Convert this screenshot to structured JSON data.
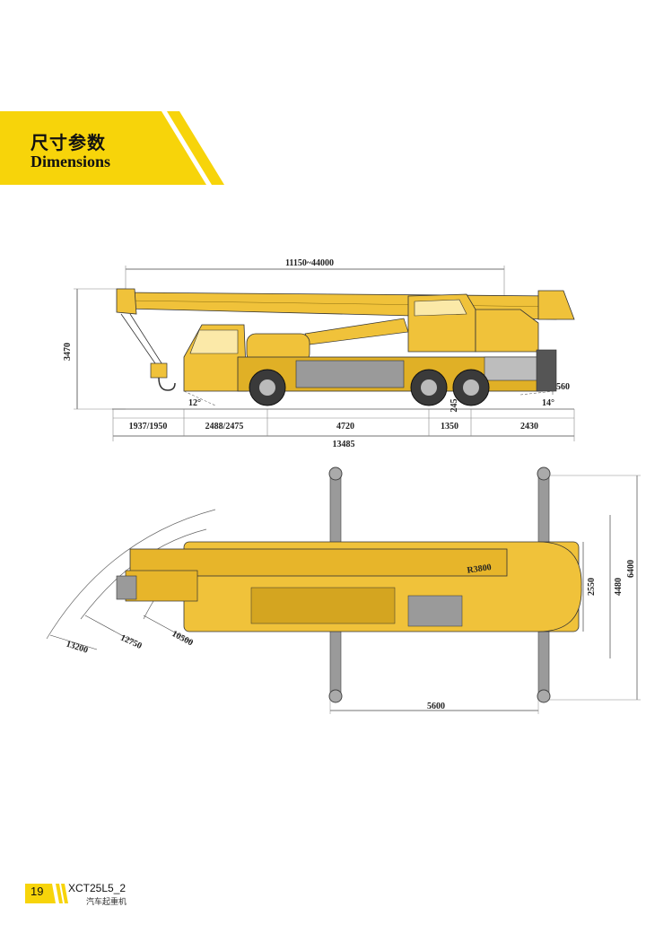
{
  "header": {
    "title_zh": "尺寸参数",
    "title_en": "Dimensions"
  },
  "side_view": {
    "boom_length": "11150~44000",
    "height": "3470",
    "approach_angle": "12°",
    "departure_angle": "14°",
    "rear_overhang_height": "560",
    "ground_clearance": "245",
    "seg1": "1937/1950",
    "seg2": "2488/2475",
    "seg3": "4720",
    "seg4": "1350",
    "seg5": "2430",
    "total_length": "13485"
  },
  "top_view": {
    "radius1": "13200",
    "radius2": "12750",
    "radius3": "10500",
    "tail_radius": "R3800",
    "width1": "2550",
    "width2": "4480",
    "width3": "6400",
    "outrigger_span": "5600"
  },
  "footer": {
    "page_number": "19",
    "model": "XCT25L5_2",
    "model_sub": "汽车起重机"
  },
  "colors": {
    "brand_yellow": "#f7d40a",
    "crane_yellow": "#f0c23a",
    "outline": "#333333"
  }
}
